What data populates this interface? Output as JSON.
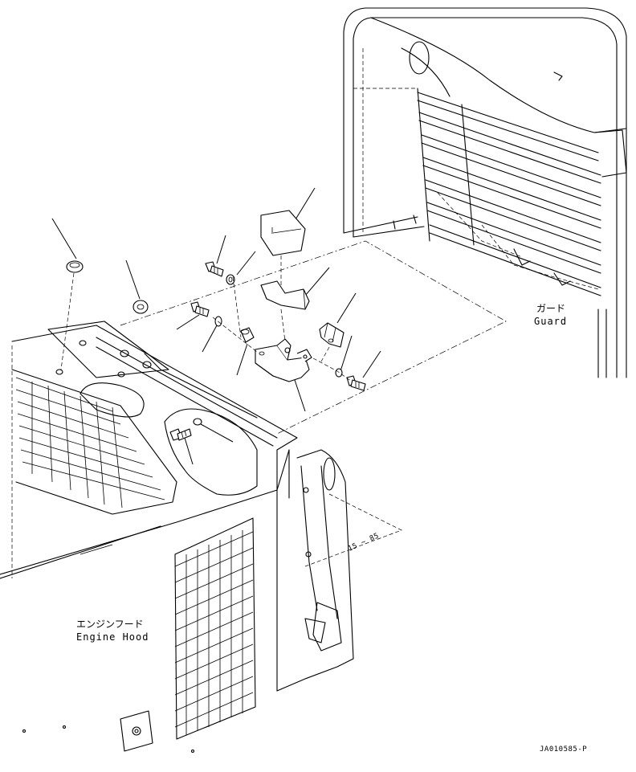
{
  "labels": {
    "guard_jp": "ガード",
    "guard_en": "Guard",
    "engine_hood_jp": "エンジンフード",
    "engine_hood_en": "Engine Hood"
  },
  "drawing_code": "JA010585-P",
  "icons": [
    "guard-frame",
    "engine-hood",
    "hood-latch-bracket",
    "bolt",
    "washer",
    "cushion-block",
    "grommet"
  ]
}
